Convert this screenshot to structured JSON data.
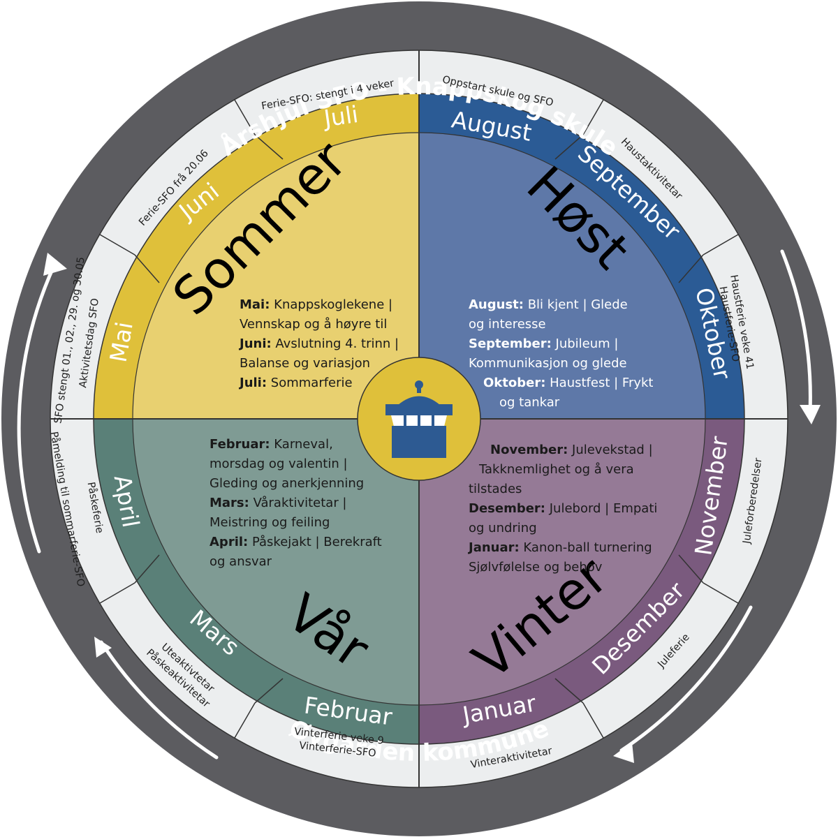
{
  "title_top": "Årshjul SFO - Knappskog skule",
  "title_bottom": "Øygarden kommune",
  "colors": {
    "outer_ring": "#5c5c60",
    "event_ring": "#eceeef",
    "sommer_fill": "#e8d070",
    "sommer_band": "#dfc03a",
    "host_fill": "#5e78a8",
    "host_band": "#2b5b95",
    "vinter_fill": "#957a96",
    "vinter_band": "#7a5a7e",
    "var_fill": "#7f9b94",
    "var_band": "#5a8078",
    "center_circle": "#dfc03a",
    "center_icon": "#2d5a92"
  },
  "seasons": {
    "sommer": "Sommer",
    "host": "Høst",
    "vinter": "Vinter",
    "var": "Vår"
  },
  "months": {
    "mai": "Mai",
    "juni": "Juni",
    "juli": "Juli",
    "august": "August",
    "september": "September",
    "oktober": "Oktober",
    "november": "November",
    "desember": "Desember",
    "januar": "Januar",
    "februar": "Februar",
    "mars": "Mars",
    "april": "April"
  },
  "events": {
    "juli": "Ferie-SFO: stengt i 4 veker",
    "august": "Oppstart skule og SFO",
    "september": "Haustaktivitetar",
    "oktober_1": "Haustferie veke 41",
    "oktober_2": "Haustferie-SFO",
    "november": "Juleforberedelser",
    "desember": "Juleferie",
    "januar": "Vinteraktivitetar",
    "februar_1": "Vinterferie veke 9",
    "februar_2": "Vinterferie-SFO",
    "mars_1": "Uteaktivtetar",
    "mars_2": "Påskeaktivitetar",
    "april_1": "Påskeferie",
    "april_2": "Påmelding til sommarferie-SFO",
    "mai_1": "Aktivitetsdag SFO",
    "mai_2": "SFO stengt 01., 02., 29. og 30.05",
    "juni": "Ferie-SFO frå 20.06"
  },
  "descriptions": {
    "sommer": {
      "mai_label": "Mai:",
      "mai_text": " Knappskoglekene |",
      "mai_text2": "Vennskap og å høyre til",
      "juni_label": "Juni:",
      "juni_text": " Avslutning 4. trinn |",
      "juni_text2": "Balanse og variasjon",
      "juli_label": "Juli:",
      "juli_text": " Sommarferie"
    },
    "host": {
      "august_label": "August:",
      "august_text": " Bli kjent | Glede",
      "august_text2": "og interesse",
      "september_label": "September:",
      "september_text": " Jubileum |",
      "september_text2": "Kommunikasjon og glede",
      "oktober_label": "Oktober:",
      "oktober_text": " Haustfest | Frykt",
      "oktober_text2": "og tankar"
    },
    "vinter": {
      "november_label": "November:",
      "november_text": " Julevekstad |",
      "november_text2": "Takknemlighet og å vera",
      "november_text3": "tilstades",
      "desember_label": "Desember:",
      "desember_text": " Julebord | Empati",
      "desember_text2": "og undring",
      "januar_label": "Januar:",
      "januar_text": " Kanon-ball turnering",
      "januar_text2": "Sjølvfølelse og behov"
    },
    "var": {
      "februar_label": "Februar:",
      "februar_text": " Karneval,",
      "februar_text2": "morsdag og valentin |",
      "februar_text3": "Gleding og anerkjenning",
      "mars_label": "Mars:",
      "mars_text": " Våraktivitetar |",
      "mars_text2": "Meistring og feiling",
      "april_label": "April:",
      "april_text": " Påskejakt | Berekraft",
      "april_text2": "og ansvar"
    }
  }
}
